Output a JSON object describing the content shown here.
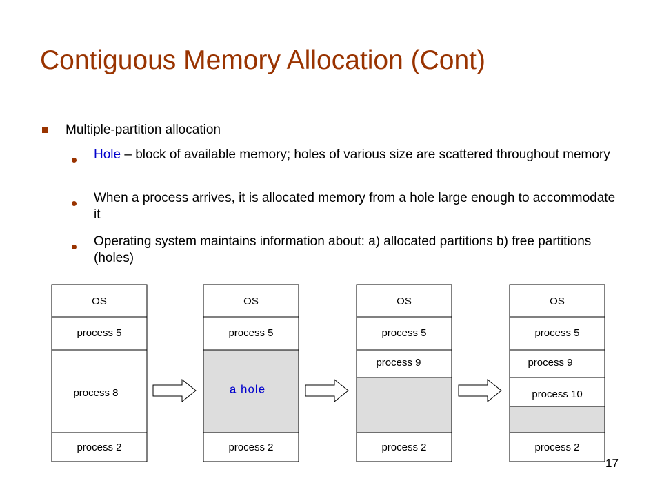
{
  "slide": {
    "title": "Contiguous Memory Allocation (Cont)",
    "page_number": "17"
  },
  "bullets": {
    "main": "Multiple-partition allocation",
    "sub": [
      {
        "lead": "Hole",
        "text": " – block of available memory; holes of various size are scattered throughout memory"
      },
      {
        "lead": "",
        "text": "When a process arrives, it is allocated memory from a hole large enough to accommodate it"
      },
      {
        "lead": "",
        "text": "Operating system maintains information about: a) allocated partitions  b) free partitions (holes)"
      }
    ]
  },
  "colors": {
    "title": "#993300",
    "bullet_marker": "#993300",
    "hole_word": "#0000cc",
    "hole_fill": "#dddddd",
    "box_stroke": "#000000"
  },
  "diagram": {
    "columns": [
      {
        "segments": [
          {
            "label": "OS",
            "filled": false
          },
          {
            "label": "process 5",
            "filled": false
          },
          {
            "label": "process 8",
            "filled": false
          },
          {
            "label": "process 2",
            "filled": false
          }
        ]
      },
      {
        "segments": [
          {
            "label": "OS",
            "filled": false
          },
          {
            "label": "process 5",
            "filled": false
          },
          {
            "label": "a hole",
            "filled": true,
            "label_color": "#0000cc"
          },
          {
            "label": "process 2",
            "filled": false
          }
        ]
      },
      {
        "segments": [
          {
            "label": "OS",
            "filled": false
          },
          {
            "label": "process 5",
            "filled": false
          },
          {
            "label": "process 9",
            "filled": false
          },
          {
            "label": "",
            "filled": true
          },
          {
            "label": "process 2",
            "filled": false
          }
        ]
      },
      {
        "segments": [
          {
            "label": "OS",
            "filled": false
          },
          {
            "label": "process 5",
            "filled": false
          },
          {
            "label": "process 9",
            "filled": false
          },
          {
            "label": "process 10",
            "filled": false
          },
          {
            "label": "",
            "filled": true
          },
          {
            "label": "process 2",
            "filled": false
          }
        ]
      }
    ],
    "arrow_icon": "right-arrow-icon"
  }
}
